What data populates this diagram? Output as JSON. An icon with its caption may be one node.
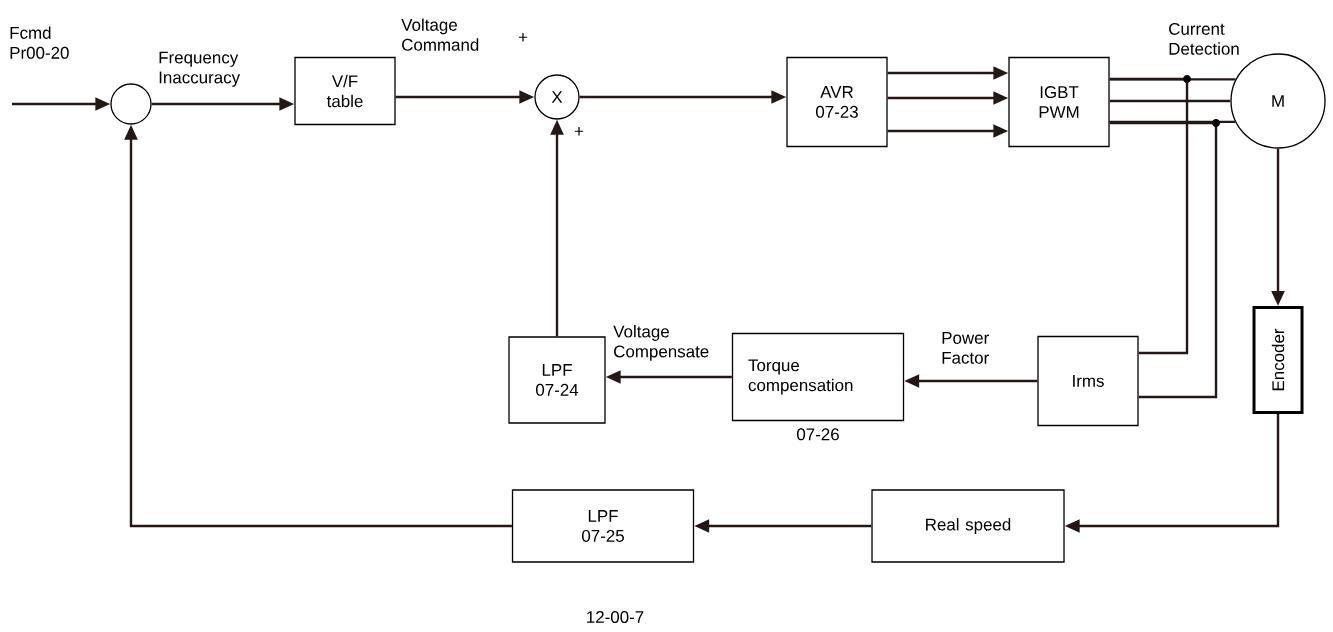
{
  "diagram": {
    "caption": "12-00-7",
    "nodes": [
      {
        "text": [],
        "shape": "circle"
      },
      {
        "text": [
          "V/F table"
        ]
      },
      {
        "text": [
          "X"
        ]
      },
      {
        "text": [
          "AVR 07-23"
        ]
      },
      {
        "text": [
          "IGBT PWM"
        ]
      },
      {
        "text": [
          "M"
        ]
      },
      {
        "text": [
          "Encoder"
        ]
      },
      {
        "text": [
          "Irms"
        ]
      },
      {
        "text": [
          "Torque compensation"
        ],
        "beside": [
          "07-26"
        ]
      },
      {
        "text": [
          "LPF 07-24"
        ]
      },
      {
        "text": [
          "LPF 07-25"
        ]
      },
      {
        "text": [
          "Real speed"
        ]
      }
    ],
    "edges": [
      {
        "from": null,
        "to": 0,
        "arrow": "to",
        "label": "Fcmd Pr00-20"
      },
      {
        "from": 0,
        "to": 1,
        "arrow": "to",
        "label": "Frequency Inaccuracy"
      },
      {
        "from": 1,
        "to": 2,
        "arrow": "to",
        "label": "Voltage Command"
      },
      {
        "from": 2,
        "to": 3,
        "arrow": "to"
      },
      {
        "from": 3,
        "to": 4,
        "arrow": "to"
      },
      {
        "from": 3,
        "to": 4,
        "arrow": "to"
      },
      {
        "from": 3,
        "to": 4,
        "arrow": "to"
      },
      {
        "from": 4,
        "to": 5,
        "arrow": "none"
      },
      {
        "from": 4,
        "to": 5,
        "arrow": "none"
      },
      {
        "from": 4,
        "to": 5,
        "arrow": "none"
      },
      {
        "from": 5,
        "to": 6,
        "arrow": "to"
      },
      {
        "from": 4,
        "to": 7,
        "arrow": "none"
      },
      {
        "from": 4,
        "to": 7,
        "arrow": "none"
      },
      {
        "from": 7,
        "to": 8,
        "arrow": "to",
        "label": "Power Factor"
      },
      {
        "from": 8,
        "to": 9,
        "arrow": "to",
        "label": "Voltage Compensate"
      },
      {
        "from": 9,
        "to": 2,
        "arrow": "to"
      },
      {
        "from": 6,
        "to": 11,
        "arrow": "to"
      },
      {
        "from": 11,
        "to": 10,
        "arrow": "to"
      },
      {
        "from": 10,
        "to": 0,
        "arrow": "to"
      }
    ],
    "labels": [
      "+",
      "+",
      "Current Detection"
    ]
  }
}
